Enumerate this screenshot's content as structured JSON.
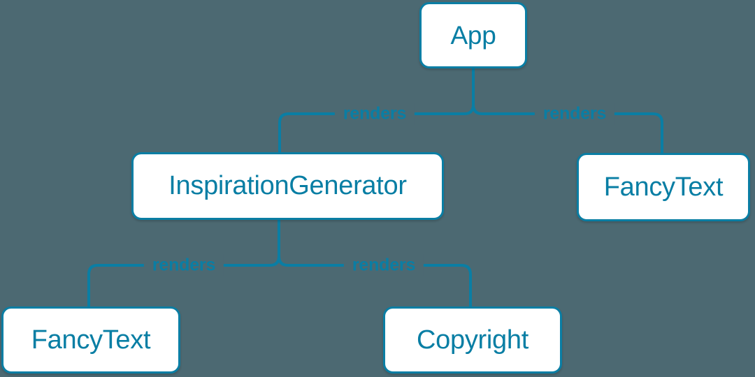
{
  "colors": {
    "background": "#4c6972",
    "accent": "#0a7ea4",
    "node_text": "#087ea4",
    "node_fill": "#ffffff"
  },
  "nodes": [
    {
      "id": "app",
      "label": "App"
    },
    {
      "id": "inspiration-generator",
      "label": "InspirationGenerator"
    },
    {
      "id": "fancy-text-top",
      "label": "FancyText"
    },
    {
      "id": "fancy-text-bottom",
      "label": "FancyText"
    },
    {
      "id": "copyright",
      "label": "Copyright"
    }
  ],
  "edges": [
    {
      "from": "App",
      "to": "InspirationGenerator",
      "label": "renders"
    },
    {
      "from": "App",
      "to": "FancyText",
      "label": "renders"
    },
    {
      "from": "InspirationGenerator",
      "to": "FancyText",
      "label": "renders"
    },
    {
      "from": "InspirationGenerator",
      "to": "Copyright",
      "label": "renders"
    }
  ]
}
